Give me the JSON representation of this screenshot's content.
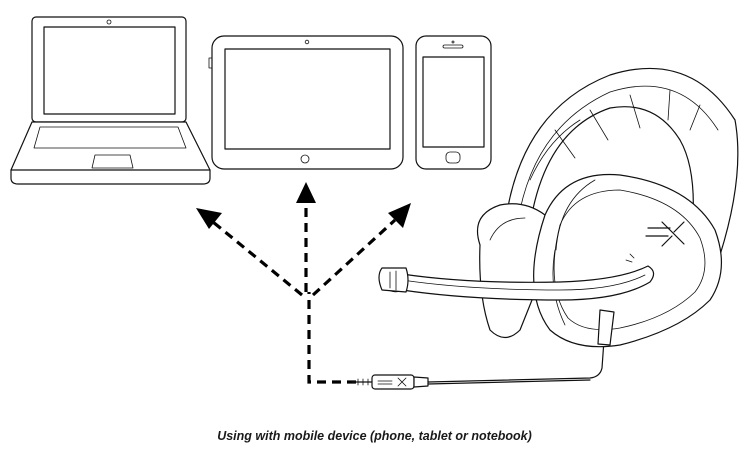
{
  "caption": "Using with mobile device (phone, tablet or notebook)",
  "devices": [
    "notebook",
    "tablet",
    "phone"
  ],
  "icons": {
    "laptop": "laptop-icon",
    "tablet": "tablet-icon",
    "phone": "phone-icon",
    "headset": "headset-icon",
    "plug": "audio-plug-icon",
    "logo": "hyperx-logo"
  },
  "colors": {
    "line": "#111111",
    "background": "#ffffff"
  }
}
